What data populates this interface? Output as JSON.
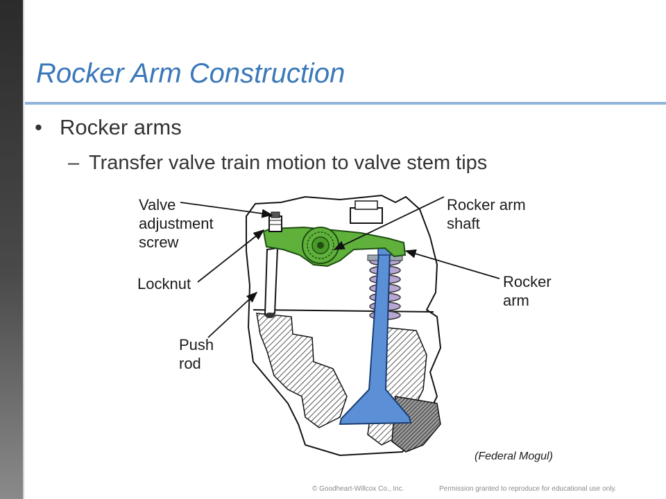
{
  "slide": {
    "title": "Rocker Arm Construction",
    "bullets": [
      {
        "marker": "•",
        "text": "Rocker arms"
      },
      {
        "marker": "–",
        "text": "Transfer valve train motion to valve stem tips"
      }
    ]
  },
  "diagram": {
    "labels": {
      "valve_adjustment_screw": "Valve\nadjustment\nscrew",
      "locknut": "Locknut",
      "push_rod": "Push\nrod",
      "rocker_arm_shaft": "Rocker arm\nshaft",
      "rocker_arm": "Rocker\narm"
    },
    "credit": "(Federal Mogul)",
    "colors": {
      "rocker_arm": "#5fb13c",
      "valve": "#5b8fd6",
      "spring": "#b8a6d4",
      "hatch": "#555555"
    }
  },
  "footer": {
    "copyright": "© Goodheart-Willcox Co., Inc.",
    "permission": "Permission granted to reproduce for educational use only."
  },
  "theme": {
    "title_color": "#3a78b8",
    "rule_color": "#8fb4d9",
    "sidebar_color": "#3c3c3c"
  }
}
